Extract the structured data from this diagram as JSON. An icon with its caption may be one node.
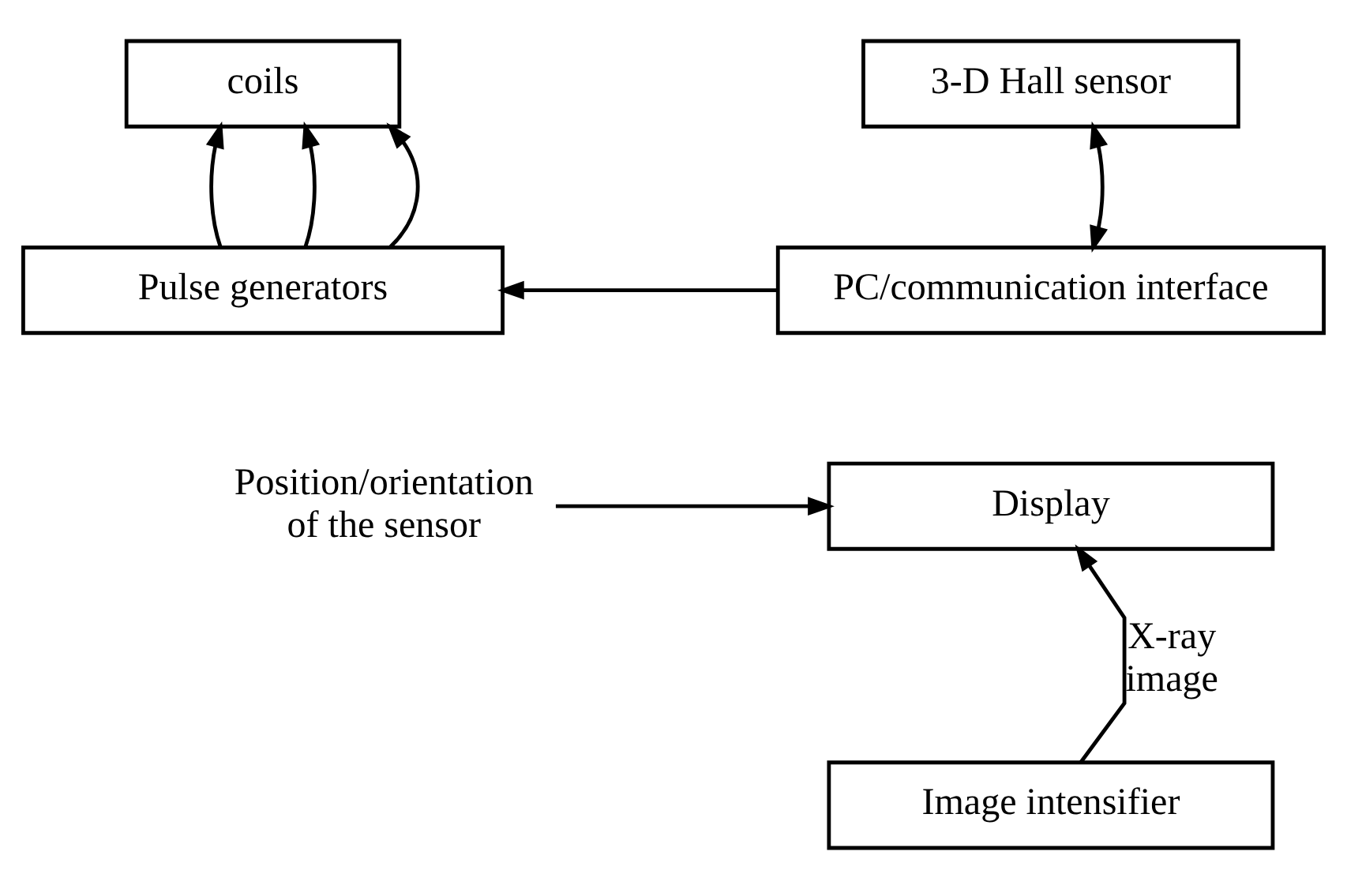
{
  "diagram": {
    "nodes": [
      {
        "text": [
          "coils"
        ]
      },
      {
        "text": [
          "3-D Hall sensor"
        ]
      },
      {
        "text": [
          "Pulse generators"
        ]
      },
      {
        "text": [
          "PC/communication interface"
        ]
      },
      {
        "text": [
          "Display"
        ]
      },
      {
        "text": [
          "Image intensifier"
        ]
      },
      {
        "text": [
          "Position/orientation of the sensor"
        ]
      }
    ],
    "edges": [
      {
        "from": 2,
        "to": 0,
        "arrow": "to"
      },
      {
        "from": 2,
        "to": 0,
        "arrow": "to"
      },
      {
        "from": 2,
        "to": 0,
        "arrow": "to"
      },
      {
        "from": 1,
        "to": 3,
        "arrow": "both"
      },
      {
        "from": 3,
        "to": 2,
        "arrow": "to"
      },
      {
        "from": 5,
        "to": 4,
        "arrow": "to",
        "label": "X-ray image"
      },
      {
        "from": 6,
        "to": 4,
        "arrow": "to"
      }
    ]
  }
}
